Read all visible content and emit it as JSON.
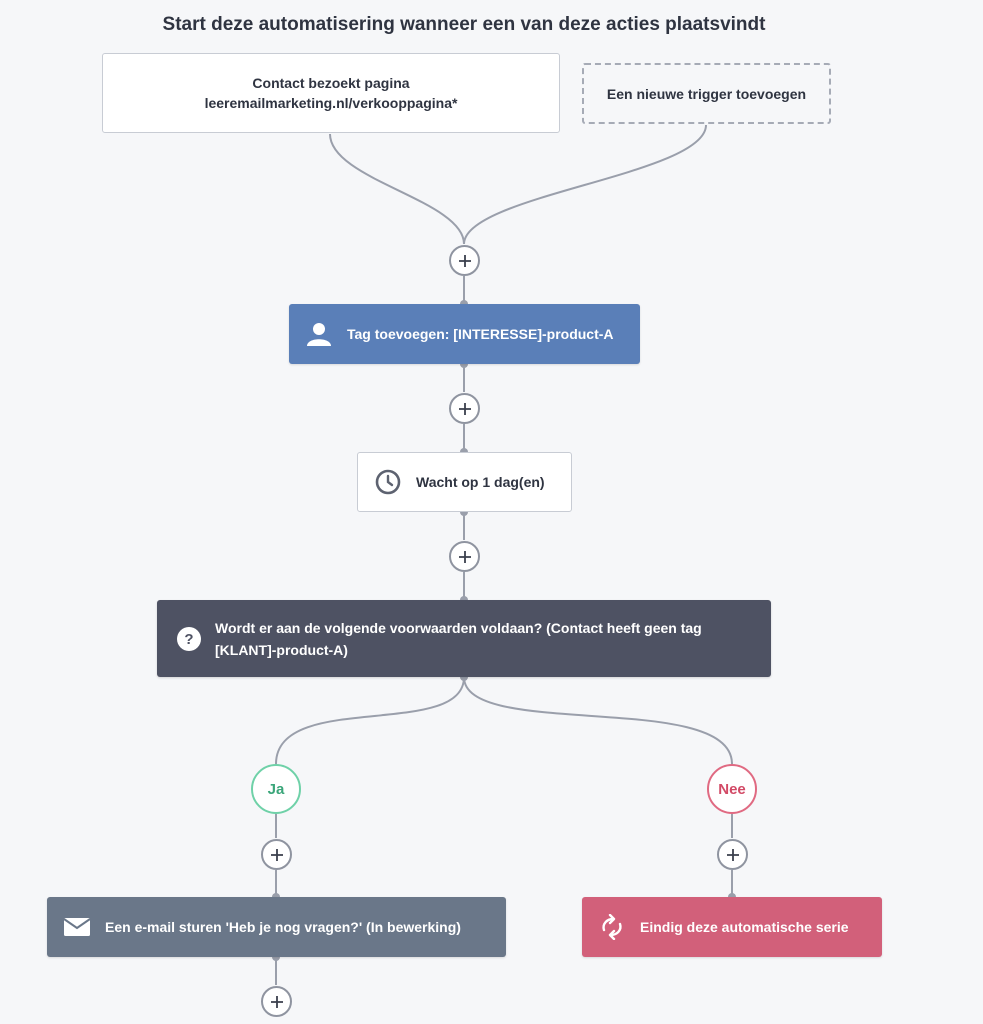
{
  "heading": "Start deze automatisering wanneer een van deze acties plaatsvindt",
  "triggers": {
    "page_visit": {
      "line1": "Contact bezoekt pagina",
      "line2": "leeremailmarketing.nl/verkooppagina*"
    },
    "add_trigger_label": "Een nieuwe trigger toevoegen"
  },
  "steps": {
    "add_tag": {
      "label": "Tag toevoegen: [INTERESSE]-product-A",
      "icon": "user-icon",
      "color": "#5a7fb8"
    },
    "wait": {
      "label": "Wacht op 1 dag(en)",
      "icon": "clock-icon"
    },
    "condition": {
      "label": "Wordt er aan de volgende voorwaarden voldaan? (Contact heeft geen tag [KLANT]-product-A)",
      "icon": "question-icon",
      "color": "#4e5263"
    }
  },
  "branches": {
    "yes": {
      "label": "Ja",
      "color": "#3ba67a"
    },
    "no": {
      "label": "Nee",
      "color": "#d24a66"
    }
  },
  "branch_steps": {
    "send_email": {
      "label": "Een e-mail sturen 'Heb je nog vragen?' (In bewerking)",
      "icon": "envelope-icon",
      "color": "#6a7789"
    },
    "end_series": {
      "label": "Eindig deze automatische serie",
      "icon": "refresh-arrows-icon",
      "color": "#d2607a"
    }
  },
  "add_step_symbol": "+"
}
